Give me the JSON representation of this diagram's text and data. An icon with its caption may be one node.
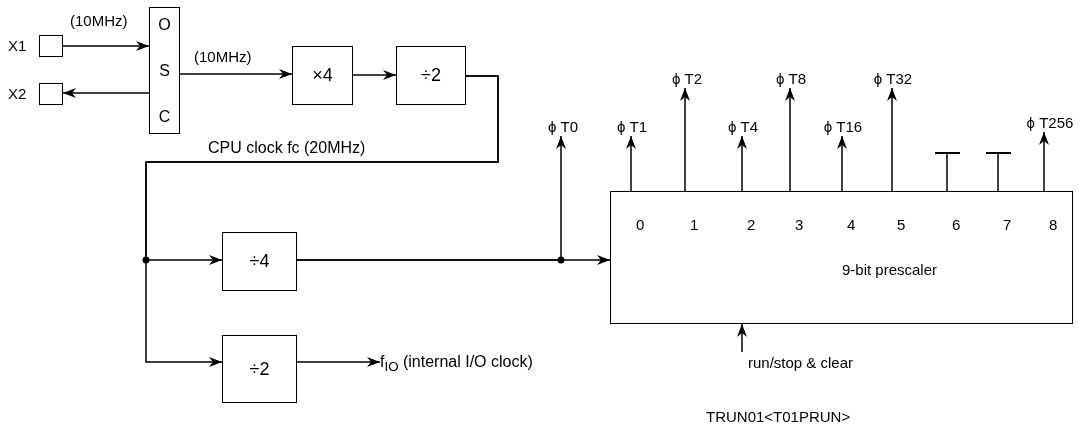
{
  "diagram": {
    "nodes": [
      {
        "text": [],
        "shape": "box",
        "beside": [
          "X1"
        ]
      },
      {
        "text": [],
        "shape": "box",
        "beside": [
          "X2"
        ]
      },
      {
        "text": [
          "O S C"
        ]
      },
      {
        "text": [
          "×4"
        ]
      },
      {
        "text": [
          "÷2"
        ]
      },
      {
        "text": [
          "÷4"
        ]
      },
      {
        "text": [
          "÷2"
        ]
      },
      {
        "text": [
          "0",
          "1",
          "2",
          "3",
          "4",
          "5",
          "6",
          "7",
          "8",
          "9-bit prescaler"
        ]
      },
      {
        "text": [
          "ϕ T0"
        ]
      },
      {
        "text": [
          "ϕ T1"
        ]
      },
      {
        "text": [
          "ϕ T2"
        ]
      },
      {
        "text": [
          "ϕ T4"
        ]
      },
      {
        "text": [
          "ϕ T8"
        ]
      },
      {
        "text": [
          "ϕ T16"
        ]
      },
      {
        "text": [
          "ϕ T32"
        ]
      },
      {
        "text": [
          "ϕ T256"
        ]
      },
      {
        "text": [
          "f$_{IO}$ (internal I/O clock)"
        ]
      },
      {
        "text": [
          "run/stop & clear"
        ]
      },
      {
        "text": [],
        "shape": "bar"
      },
      {
        "text": [],
        "shape": "bar"
      }
    ],
    "edges": [
      {
        "from": 0,
        "to": 2,
        "arrow": "to",
        "label": "(10MHz)"
      },
      {
        "from": 2,
        "to": 1,
        "arrow": "to"
      },
      {
        "from": 2,
        "to": 3,
        "arrow": "to",
        "label": "(10MHz)"
      },
      {
        "from": 3,
        "to": 4,
        "arrow": "to"
      },
      {
        "from": 4,
        "to": 5,
        "arrow": "to",
        "label": "CPU clock fc (20MHz)"
      },
      {
        "from": 4,
        "to": 6,
        "arrow": "to"
      },
      {
        "from": 5,
        "to": 7,
        "arrow": "to"
      },
      {
        "from": 5,
        "to": 8,
        "arrow": "to"
      },
      {
        "from": 7,
        "to": 9,
        "arrow": "to"
      },
      {
        "from": 7,
        "to": 10,
        "arrow": "to"
      },
      {
        "from": 7,
        "to": 11,
        "arrow": "to"
      },
      {
        "from": 7,
        "to": 12,
        "arrow": "to"
      },
      {
        "from": 7,
        "to": 13,
        "arrow": "to"
      },
      {
        "from": 7,
        "to": 14,
        "arrow": "to"
      },
      {
        "from": 7,
        "to": 15,
        "arrow": "to"
      },
      {
        "from": 7,
        "to": 18,
        "arrow": "none"
      },
      {
        "from": 7,
        "to": 19,
        "arrow": "none"
      },
      {
        "from": 6,
        "to": 16,
        "arrow": "to"
      },
      {
        "from": 17,
        "to": 7,
        "arrow": "to"
      }
    ],
    "labels": [
      "TRUN01<T01PRUN>"
    ]
  }
}
